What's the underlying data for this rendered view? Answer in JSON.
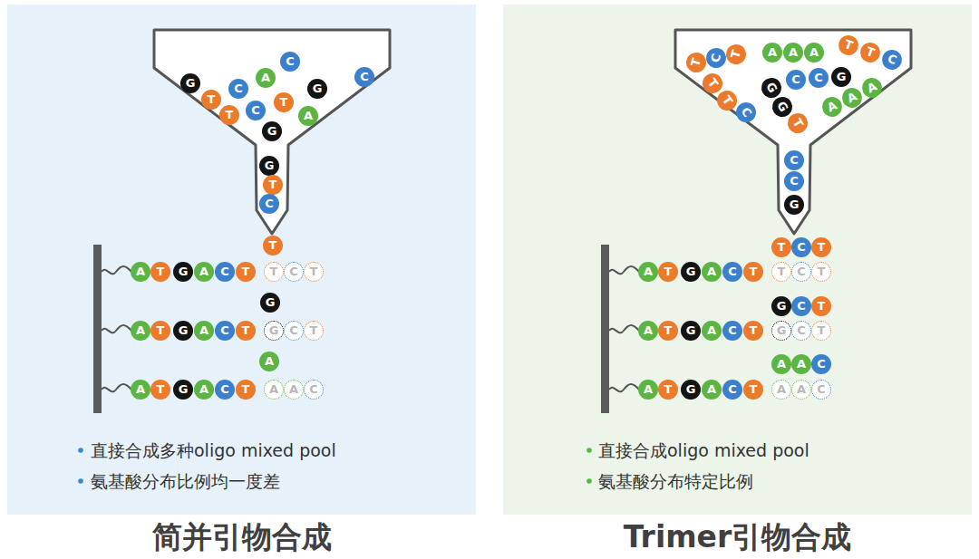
{
  "diagram": {
    "nodes": [
      {
        "text": [
          "简并引物合成",
          "直接合成多种oligo mixed pool",
          "氨基酸分布比例均一度差"
        ]
      },
      {
        "text": [
          "C"
        ],
        "in": 0
      },
      {
        "text": [
          "A"
        ],
        "in": 0
      },
      {
        "text": [
          "G"
        ],
        "in": 0
      },
      {
        "text": [
          "C"
        ],
        "in": 0
      },
      {
        "text": [
          "G"
        ],
        "in": 0
      },
      {
        "text": [
          "C"
        ],
        "in": 0
      },
      {
        "text": [
          "T"
        ],
        "in": 0
      },
      {
        "text": [
          "T"
        ],
        "in": 0
      },
      {
        "text": [
          "C"
        ],
        "in": 0
      },
      {
        "text": [
          "T"
        ],
        "in": 0
      },
      {
        "text": [
          "A"
        ],
        "in": 0
      },
      {
        "text": [
          "G"
        ],
        "in": 0
      },
      {
        "text": [
          "G"
        ],
        "in": 0
      },
      {
        "text": [
          "T"
        ],
        "in": 0
      },
      {
        "text": [
          "C"
        ],
        "in": 0
      },
      {
        "text": [
          "T"
        ],
        "in": 0
      },
      {
        "text": [
          "A"
        ],
        "in": 0
      },
      {
        "text": [
          "T"
        ],
        "in": 0
      },
      {
        "text": [
          "G"
        ],
        "in": 0
      },
      {
        "text": [
          "A"
        ],
        "in": 0
      },
      {
        "text": [
          "C"
        ],
        "in": 0
      },
      {
        "text": [
          "T"
        ],
        "in": 0
      },
      {
        "text": [
          "T"
        ],
        "in": 0
      },
      {
        "text": [
          "C"
        ],
        "in": 0
      },
      {
        "text": [
          "T"
        ],
        "in": 0
      },
      {
        "text": [
          "G"
        ],
        "in": 0
      },
      {
        "text": [
          "A"
        ],
        "in": 0
      },
      {
        "text": [
          "T"
        ],
        "in": 0
      },
      {
        "text": [
          "G"
        ],
        "in": 0
      },
      {
        "text": [
          "A"
        ],
        "in": 0
      },
      {
        "text": [
          "C"
        ],
        "in": 0
      },
      {
        "text": [
          "T"
        ],
        "in": 0
      },
      {
        "text": [
          "G"
        ],
        "in": 0
      },
      {
        "text": [
          "C"
        ],
        "in": 0
      },
      {
        "text": [
          "T"
        ],
        "in": 0
      },
      {
        "text": [
          "A"
        ],
        "in": 0
      },
      {
        "text": [
          "A"
        ],
        "in": 0
      },
      {
        "text": [
          "T"
        ],
        "in": 0
      },
      {
        "text": [
          "G"
        ],
        "in": 0
      },
      {
        "text": [
          "A"
        ],
        "in": 0
      },
      {
        "text": [
          "C"
        ],
        "in": 0
      },
      {
        "text": [
          "T"
        ],
        "in": 0
      },
      {
        "text": [
          "A"
        ],
        "in": 0
      },
      {
        "text": [
          "A"
        ],
        "in": 0
      },
      {
        "text": [
          "C"
        ],
        "in": 0
      },
      {
        "text": [
          "Trimer引物合成",
          "直接合成oligo mixed pool",
          "氨基酸分布特定比例"
        ]
      },
      {
        "text": [
          "T"
        ],
        "in": 46
      },
      {
        "text": [
          "C"
        ],
        "in": 46
      },
      {
        "text": [
          "T"
        ],
        "in": 46
      },
      {
        "text": [
          "A"
        ],
        "in": 46
      },
      {
        "text": [
          "A"
        ],
        "in": 46
      },
      {
        "text": [
          "A"
        ],
        "in": 46
      },
      {
        "text": [
          "T"
        ],
        "in": 46
      },
      {
        "text": [
          "T"
        ],
        "in": 46
      },
      {
        "text": [
          "C"
        ],
        "in": 46
      },
      {
        "text": [
          "C"
        ],
        "in": 46
      },
      {
        "text": [
          "C"
        ],
        "in": 46
      },
      {
        "text": [
          "G"
        ],
        "in": 46
      },
      {
        "text": [
          "T"
        ],
        "in": 46
      },
      {
        "text": [
          "T"
        ],
        "in": 46
      },
      {
        "text": [
          "C"
        ],
        "in": 46
      },
      {
        "text": [
          "G"
        ],
        "in": 46
      },
      {
        "text": [
          "G"
        ],
        "in": 46
      },
      {
        "text": [
          "T"
        ],
        "in": 46
      },
      {
        "text": [
          "A"
        ],
        "in": 46
      },
      {
        "text": [
          "A"
        ],
        "in": 46
      },
      {
        "text": [
          "A"
        ],
        "in": 46
      },
      {
        "text": [
          "C"
        ],
        "in": 46
      },
      {
        "text": [
          "C"
        ],
        "in": 46
      },
      {
        "text": [
          "G"
        ],
        "in": 46
      },
      {
        "text": [
          "T"
        ],
        "in": 46
      },
      {
        "text": [
          "C"
        ],
        "in": 46
      },
      {
        "text": [
          "T"
        ],
        "in": 46
      },
      {
        "text": [
          "A"
        ],
        "in": 46
      },
      {
        "text": [
          "T"
        ],
        "in": 46
      },
      {
        "text": [
          "G"
        ],
        "in": 46
      },
      {
        "text": [
          "A"
        ],
        "in": 46
      },
      {
        "text": [
          "C"
        ],
        "in": 46
      },
      {
        "text": [
          "T"
        ],
        "in": 46
      },
      {
        "text": [
          "T"
        ],
        "in": 46
      },
      {
        "text": [
          "C"
        ],
        "in": 46
      },
      {
        "text": [
          "T"
        ],
        "in": 46
      },
      {
        "text": [
          "G"
        ],
        "in": 46
      },
      {
        "text": [
          "C"
        ],
        "in": 46
      },
      {
        "text": [
          "T"
        ],
        "in": 46
      },
      {
        "text": [
          "A"
        ],
        "in": 46
      },
      {
        "text": [
          "T"
        ],
        "in": 46
      },
      {
        "text": [
          "G"
        ],
        "in": 46
      },
      {
        "text": [
          "A"
        ],
        "in": 46
      },
      {
        "text": [
          "C"
        ],
        "in": 46
      },
      {
        "text": [
          "T"
        ],
        "in": 46
      },
      {
        "text": [
          "G"
        ],
        "in": 46
      },
      {
        "text": [
          "C"
        ],
        "in": 46
      },
      {
        "text": [
          "T"
        ],
        "in": 46
      },
      {
        "text": [
          "A"
        ],
        "in": 46
      },
      {
        "text": [
          "A"
        ],
        "in": 46
      },
      {
        "text": [
          "C"
        ],
        "in": 46
      },
      {
        "text": [
          "A"
        ],
        "in": 46
      },
      {
        "text": [
          "T"
        ],
        "in": 46
      },
      {
        "text": [
          "G"
        ],
        "in": 46
      },
      {
        "text": [
          "A"
        ],
        "in": 46
      },
      {
        "text": [
          "C"
        ],
        "in": 46
      },
      {
        "text": [
          "T"
        ],
        "in": 46
      },
      {
        "text": [
          "A"
        ],
        "in": 46
      },
      {
        "text": [
          "A"
        ],
        "in": 46
      },
      {
        "text": [
          "C"
        ],
        "in": 46
      }
    ]
  }
}
